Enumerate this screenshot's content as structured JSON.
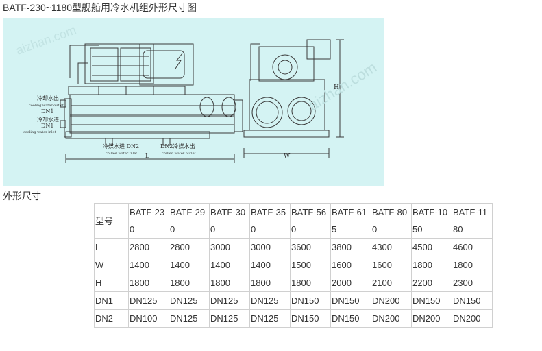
{
  "page_title": "BATF-230~1180型舰船用冷水机组外形尺寸图",
  "drawing": {
    "watermark": "aizhan.com",
    "labels": {
      "cooling_water_outlet_cn": "冷却水出",
      "cooling_water_outlet_en": "cooling water outlet",
      "dn1_top": "DN1",
      "cooling_water_inlet_cn": "冷却水进",
      "cooling_water_inlet_en": "cooling water inlet",
      "dn1_bottom": "DN1",
      "chilled_inlet": "冷媒水进 DN2",
      "chilled_inlet_en": "chilled water inlet",
      "chilled_outlet": "DN2冷媒水出",
      "chilled_outlet_en": "chilled water outlet",
      "dim_L": "L",
      "dim_W": "W",
      "dim_H": "H"
    }
  },
  "section_title": "外形尺寸",
  "table": {
    "header": {
      "label": "型号",
      "models": [
        [
          "BATF-23",
          "0"
        ],
        [
          "BATF-29",
          "0"
        ],
        [
          "BATF-30",
          "0"
        ],
        [
          "BATF-35",
          "0"
        ],
        [
          "BATF-56",
          "0"
        ],
        [
          "BATF-61",
          "5"
        ],
        [
          "BATF-80",
          "0"
        ],
        [
          "BATF-10",
          "50"
        ],
        [
          "BATF-11",
          "80"
        ]
      ]
    },
    "rows": [
      {
        "label": "L",
        "values": [
          "2800",
          "2800",
          "3000",
          "3000",
          "3600",
          "3800",
          "4300",
          "4500",
          "4600"
        ]
      },
      {
        "label": "W",
        "values": [
          "1400",
          "1400",
          "1400",
          "1400",
          "1500",
          "1600",
          "1600",
          "1800",
          "1800"
        ]
      },
      {
        "label": "H",
        "values": [
          "1800",
          "1800",
          "1800",
          "1800",
          "1800",
          "2000",
          "2100",
          "2200",
          "2300"
        ]
      },
      {
        "label": "DN1",
        "values": [
          "DN125",
          "DN125",
          "DN125",
          "DN125",
          "DN150",
          "DN150",
          "DN200",
          "DN150",
          "DN150"
        ]
      },
      {
        "label": "DN2",
        "values": [
          "DN100",
          "DN125",
          "DN125",
          "DN125",
          "DN150",
          "DN150",
          "DN200",
          "DN200",
          "DN200"
        ]
      }
    ]
  }
}
